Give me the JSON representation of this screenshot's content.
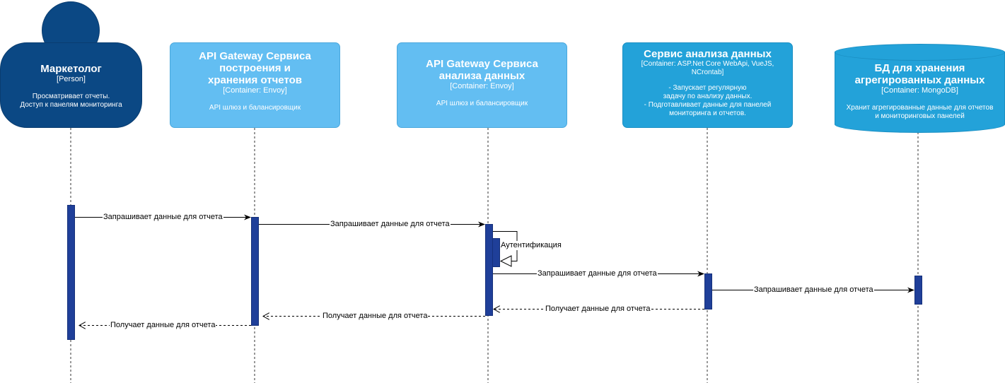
{
  "participants": {
    "marketer": {
      "title": "Маркетолог",
      "type": "[Person]",
      "description": "Просматривает отчеты.\nДоступ к панелям мониторинга"
    },
    "report_gateway": {
      "title": "API Gateway Сервиса\nпостроения и\nхранения отчетов",
      "type": "[Container: Envoy]",
      "description": "API шлюз и балансировщик"
    },
    "analysis_gateway": {
      "title": "API Gateway Сервиса\nанализа данных",
      "type": "[Container: Envoy]",
      "description": "API шлюз и балансировщик"
    },
    "analysis_service": {
      "title": "Сервис анализа данных",
      "type": "[Container: ASP.Net Core WebApi, VueJS,\nNCrontab]",
      "description": "- Запускает регулярную\nзадачу по анализу данных.\n- Подготавливает данные для панелей\nмониторинга и отчетов."
    },
    "database": {
      "title": "БД для хранения\nагрегированных данных",
      "type": "[Container: MongoDB]",
      "description": "Хранит агрегированные данные для отчетов\nи мониторинговых панелей"
    }
  },
  "messages": {
    "m1": "Запрашивает данные для отчета",
    "m2": "Запрашивает данные для отчета",
    "m3": "Аутентификация",
    "m4": "Запрашивает данные для отчета",
    "m5": "Запрашивает данные для отчета",
    "r1": "Получает данные для отчета",
    "r2": "Получает данные для отчета",
    "r3": "Получает данные для отчета"
  },
  "colors": {
    "person": "#0b4884",
    "gateway": "#63bef2",
    "service": "#23a2d9",
    "activation": "#1f3f99"
  }
}
